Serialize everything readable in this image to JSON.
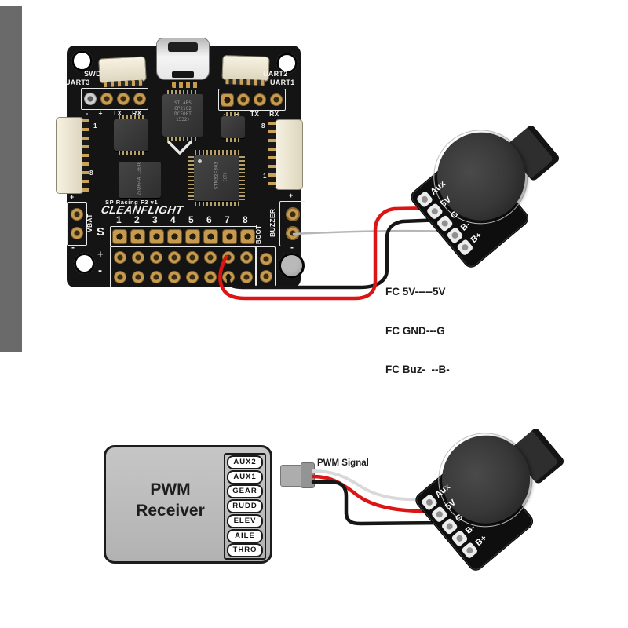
{
  "colors": {
    "wire_red": "#dd1414",
    "wire_black": "#161616",
    "wire_gray": "#b6b6b6",
    "wire_white": "#d9d9d9"
  },
  "fc": {
    "labels": {
      "swd": "SWD",
      "uart3": "UART3",
      "uart2": "UART2",
      "uart1": "UART1",
      "minus": "-",
      "plus": "+",
      "tx": "TX",
      "rx": "RX",
      "vbat": "VBAT",
      "boot": "BOOT",
      "buzzer": "BUZZER",
      "row_s": "S",
      "board_name": "SP Racing F3 v1",
      "brand": "CLEANFLIGHT",
      "pins": [
        "1",
        "2",
        "3",
        "4",
        "5",
        "6",
        "7",
        "8"
      ],
      "conn_left_top": "1",
      "conn_left_bottom": "8",
      "conn_right_top": "8",
      "conn_right_bottom": "1"
    },
    "chips": {
      "usb_bridge": [
        "SILABS",
        "CP2102",
        "DCF08T",
        "1532+"
      ],
      "mcu_line1": "STM32F303",
      "mcu_line2": "CCT6",
      "eeprom": "25Q064A 13E40"
    }
  },
  "buzzer_top": {
    "pins": [
      "Aux",
      "5V",
      "G",
      "B-",
      "B+"
    ]
  },
  "buzzer_bottom": {
    "pins": [
      "Aux",
      "5V",
      "G",
      "B-",
      "B+"
    ]
  },
  "notes": {
    "line1": "FC 5V-----5V",
    "line2": "FC GND---G",
    "line3": "FC Buz-  --B-"
  },
  "receiver": {
    "line1": "PWM",
    "line2": "Receiver",
    "channels": [
      "AUX2",
      "AUX1",
      "GEAR",
      "RUDD",
      "ELEV",
      "AILE",
      "THRO"
    ]
  },
  "pwm_signal": "PWM Signal"
}
